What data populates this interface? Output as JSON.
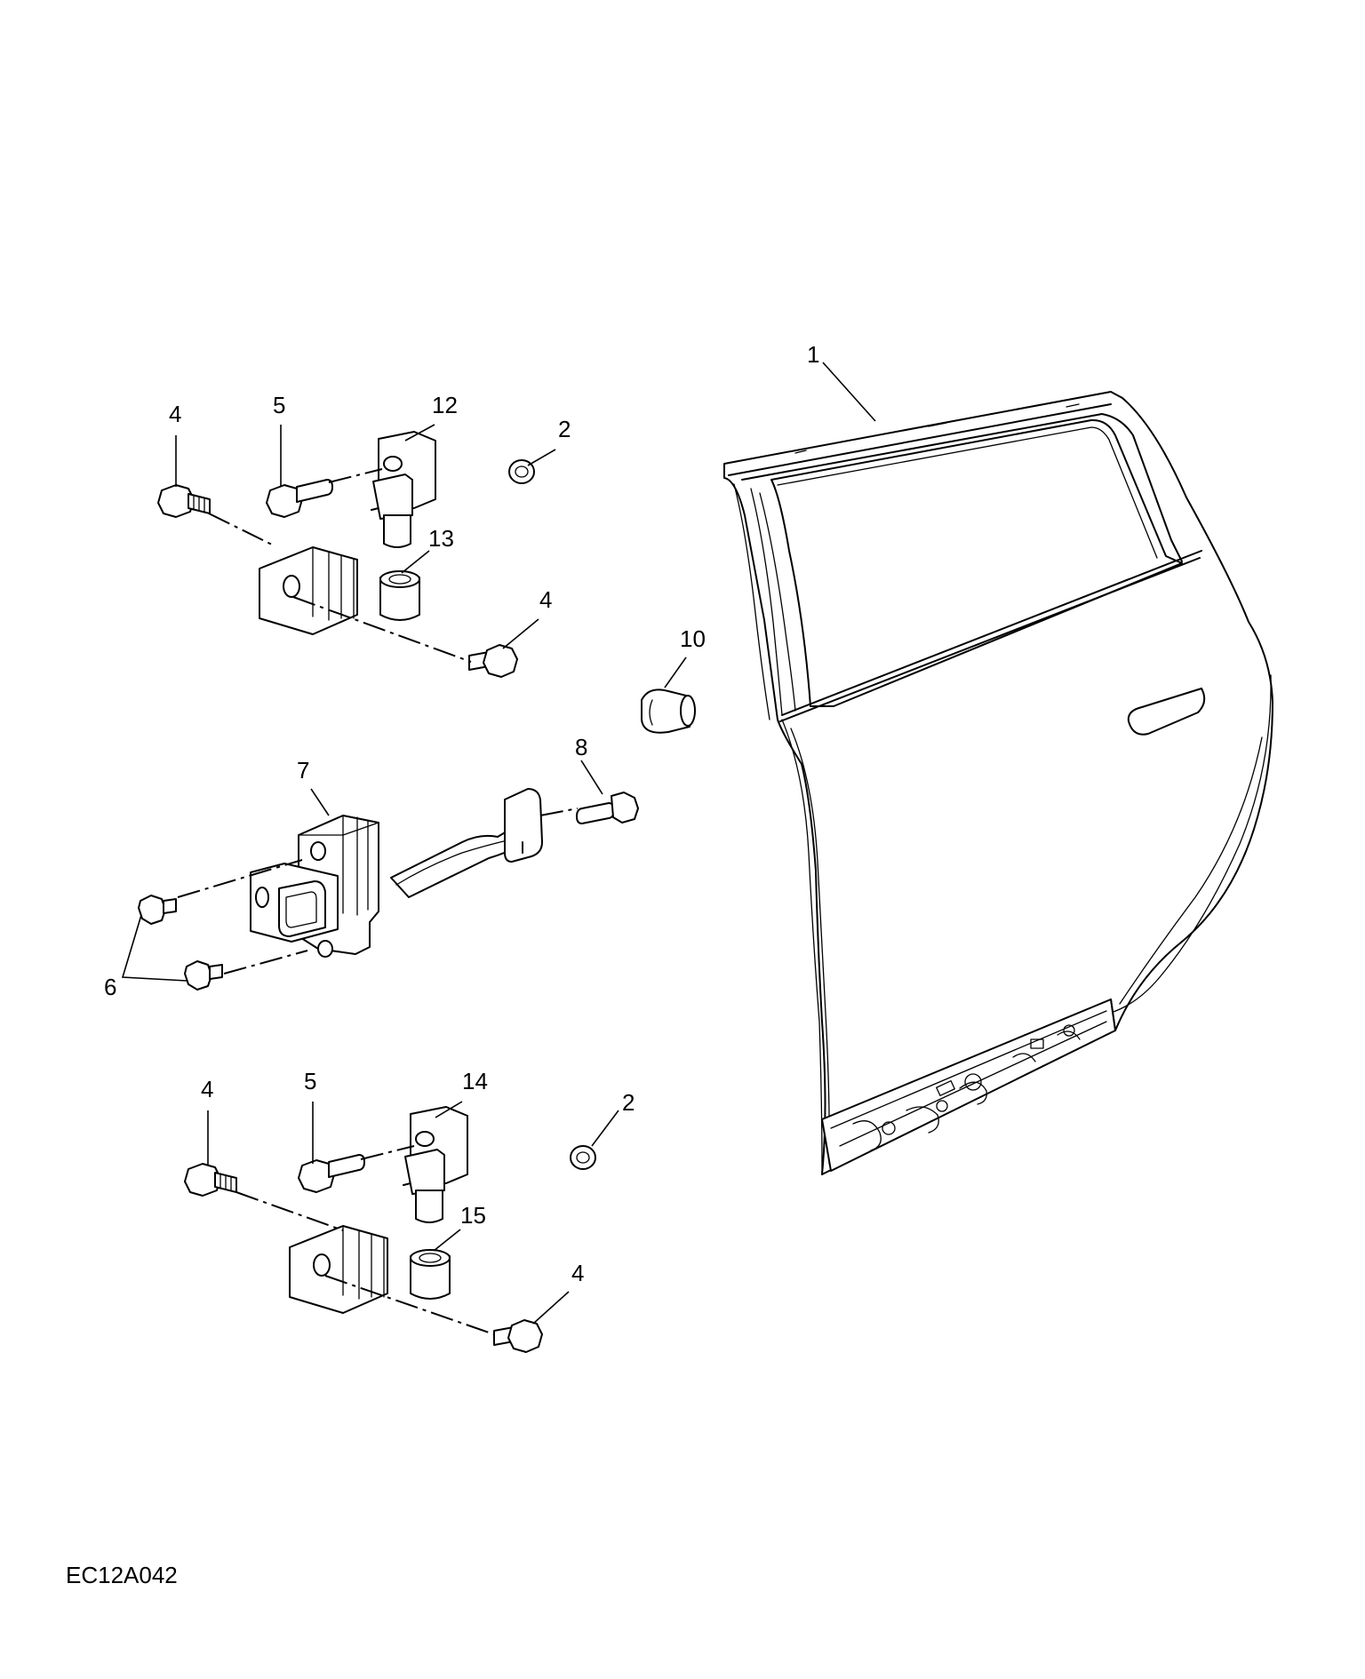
{
  "diagram": {
    "reference_code": "EC12A042",
    "callouts": [
      {
        "id": "door-shell",
        "label": "1"
      },
      {
        "id": "upper-nut",
        "label": "2"
      },
      {
        "id": "lower-nut",
        "label": "2"
      },
      {
        "id": "upper-hinge-bolt-a",
        "label": "4"
      },
      {
        "id": "upper-hinge-bolt-b",
        "label": "4"
      },
      {
        "id": "lower-hinge-bolt-a",
        "label": "4"
      },
      {
        "id": "lower-hinge-bolt-b",
        "label": "4"
      },
      {
        "id": "upper-hinge-pin-bolt",
        "label": "5"
      },
      {
        "id": "lower-hinge-pin-bolt",
        "label": "5"
      },
      {
        "id": "check-strap-bolts",
        "label": "6"
      },
      {
        "id": "check-strap",
        "label": "7"
      },
      {
        "id": "check-strap-bolt",
        "label": "8"
      },
      {
        "id": "bump-stop",
        "label": "10"
      },
      {
        "id": "upper-hinge-door-half",
        "label": "12"
      },
      {
        "id": "upper-hinge-body-half",
        "label": "13"
      },
      {
        "id": "lower-hinge-door-half",
        "label": "14"
      },
      {
        "id": "lower-hinge-body-half",
        "label": "15"
      }
    ]
  }
}
